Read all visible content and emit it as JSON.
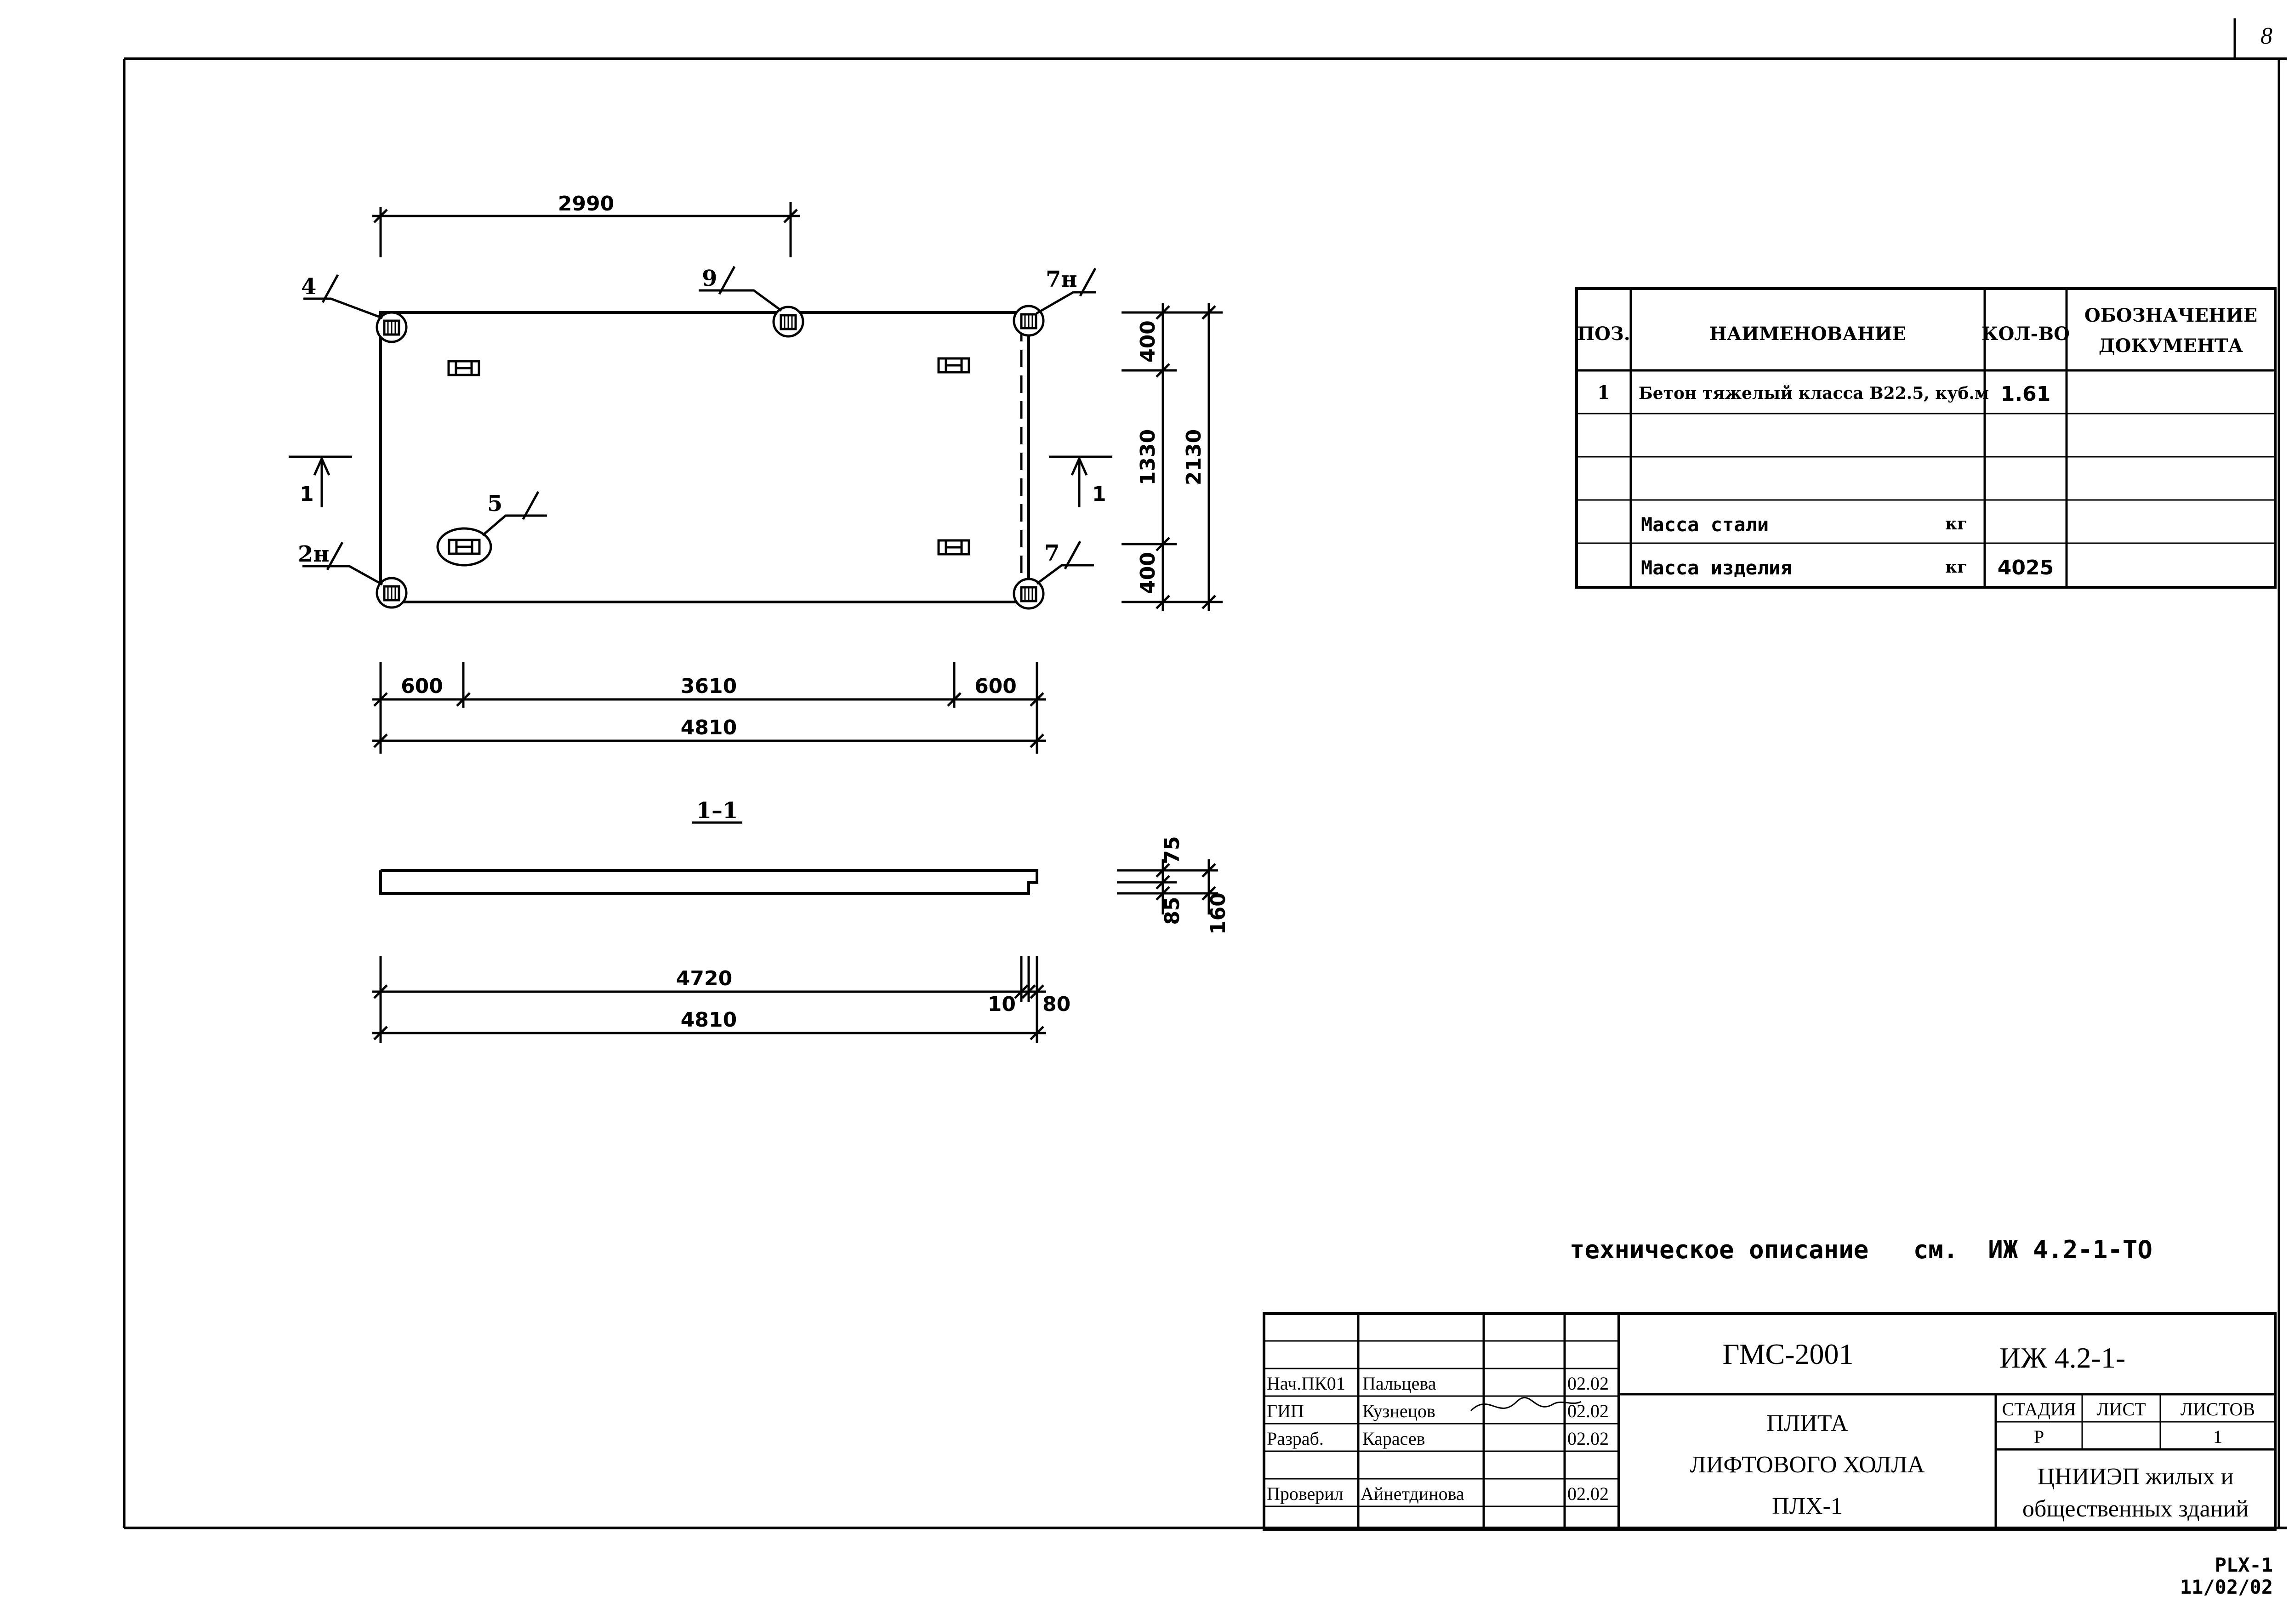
{
  "sheet_number": "8",
  "plan": {
    "dim_top": "2990",
    "dim_right_1": "400",
    "dim_right_2": "1330",
    "dim_right_3": "400",
    "dim_right_total": "2130",
    "dim_bottom_1": "600",
    "dim_bottom_2": "3610",
    "dim_bottom_3": "600",
    "dim_bottom_total": "4810",
    "callout_4": "4",
    "callout_9": "9",
    "callout_7n": "7н",
    "callout_5": "5",
    "callout_2n": "2н",
    "callout_7": "7",
    "section_mark_left": "1",
    "section_mark_right": "1"
  },
  "section": {
    "title": "1–1",
    "dim_75": "75",
    "dim_85": "85",
    "dim_160": "160",
    "dim_4720": "4720",
    "dim_10": "10",
    "dim_80": "80",
    "dim_4810": "4810"
  },
  "spec_table": {
    "headers": [
      "ПОЗ.",
      "НАИМЕНОВАНИЕ",
      "КОЛ-ВО",
      "ОБОЗНАЧЕНИЕ",
      "ДОКУМЕНТА"
    ],
    "rows": [
      {
        "pos": "1",
        "name": "Бетон тяжелый класса В22.5, куб.м",
        "unit": "",
        "qty": "1.61",
        "doc": ""
      },
      {
        "pos": "",
        "name": "",
        "unit": "",
        "qty": "",
        "doc": ""
      },
      {
        "pos": "",
        "name": "",
        "unit": "",
        "qty": "",
        "doc": ""
      },
      {
        "pos": "",
        "name": "Масса стали",
        "unit": "кг",
        "qty": "",
        "doc": ""
      },
      {
        "pos": "",
        "name": "Масса изделия",
        "unit": "кг",
        "qty": "4025",
        "doc": ""
      }
    ]
  },
  "note": "техническое описание   см.  ИЖ 4.2-1-ТО",
  "title_block": {
    "project": "ГМС-2001",
    "code": "ИЖ 4.2-1-",
    "name_line1": "ПЛИТА",
    "name_line2": "ЛИФТОВОГО ХОЛЛА",
    "name_line3": "ПЛХ-1",
    "stage_label": "СТАДИЯ",
    "sheet_label": "ЛИСТ",
    "sheets_label": "ЛИСТОВ",
    "stage_value": "Р",
    "sheet_value": "",
    "sheets_value": "1",
    "org_line1": "ЦНИИЭП жилых и",
    "org_line2": "общественных зданий",
    "signers": [
      {
        "role": "Нач.ПК01",
        "name": "Пальцева",
        "date": "02.02"
      },
      {
        "role": "ГИП",
        "name": "Кузнецов",
        "date": "02.02"
      },
      {
        "role": "Разраб.",
        "name": "Карасев",
        "date": "02.02"
      },
      {
        "role": "",
        "name": "",
        "date": ""
      },
      {
        "role": "Проверил",
        "name": "Айнетдинова",
        "date": "02.02"
      }
    ]
  },
  "footer": {
    "line1": "PLX-1",
    "line2": "11/02/02"
  }
}
